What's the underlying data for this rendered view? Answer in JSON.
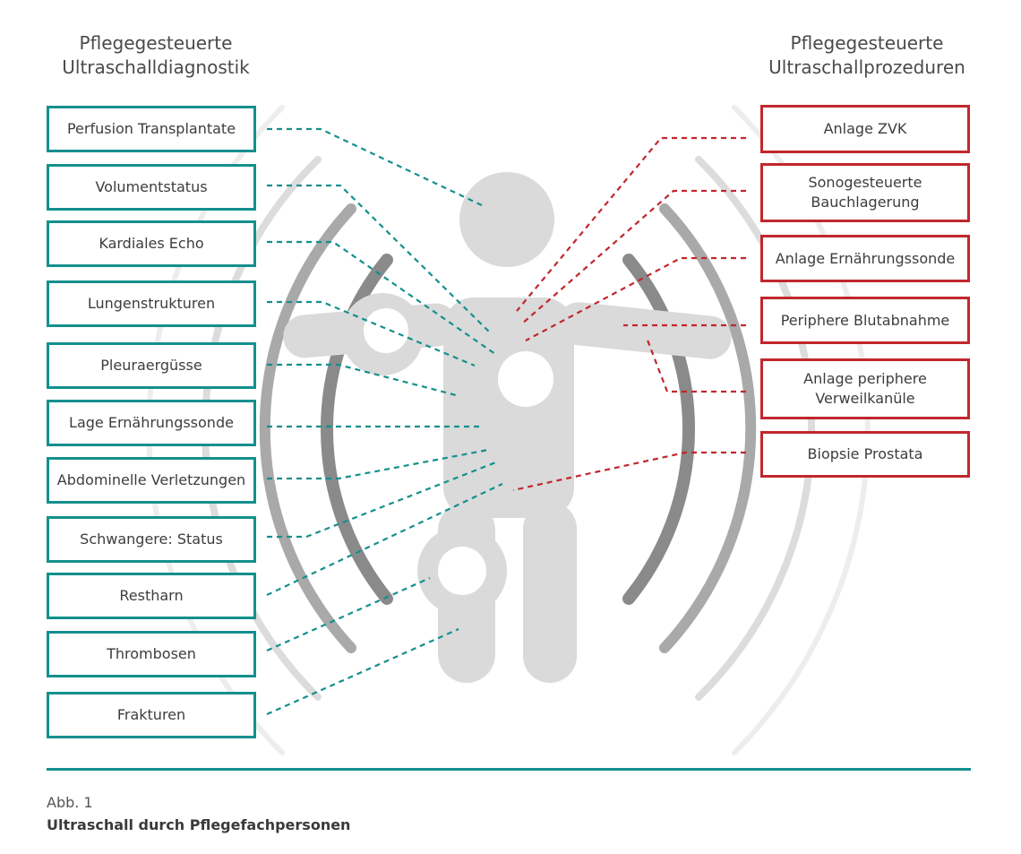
{
  "left_title": "Pflegegesteuerte\nUltraschalldiagnostik",
  "right_title": "Pflegegesteuerte\nUltraschallprozeduren",
  "diagnostics": [
    "Perfusion Transplantate",
    "Volumentstatus",
    "Kardiales Echo",
    "Lungenstrukturen",
    "Pleuraergüsse",
    "Lage Ernährungssonde",
    "Abdominelle Verletzungen",
    "Schwangere: Status",
    "Restharn",
    "Thrombosen",
    "Frakturen"
  ],
  "procedures": [
    "Anlage ZVK",
    "Sonogesteuerte\nBauchlagerung",
    "Anlage Ernährungssonde",
    "Periphere Blutabnahme",
    "Anlage periphere\nVerweilkanüle",
    "Biopsie Prostata"
  ],
  "figure_number": "Abb. 1",
  "figure_caption": "Ultraschall durch Pflegefachpersonen",
  "colors": {
    "teal": "#13908d",
    "red": "#c1272d",
    "body_gray": "#dadada",
    "wave_dark": "#8c8c8c",
    "wave_light": "#d6d6d6"
  }
}
